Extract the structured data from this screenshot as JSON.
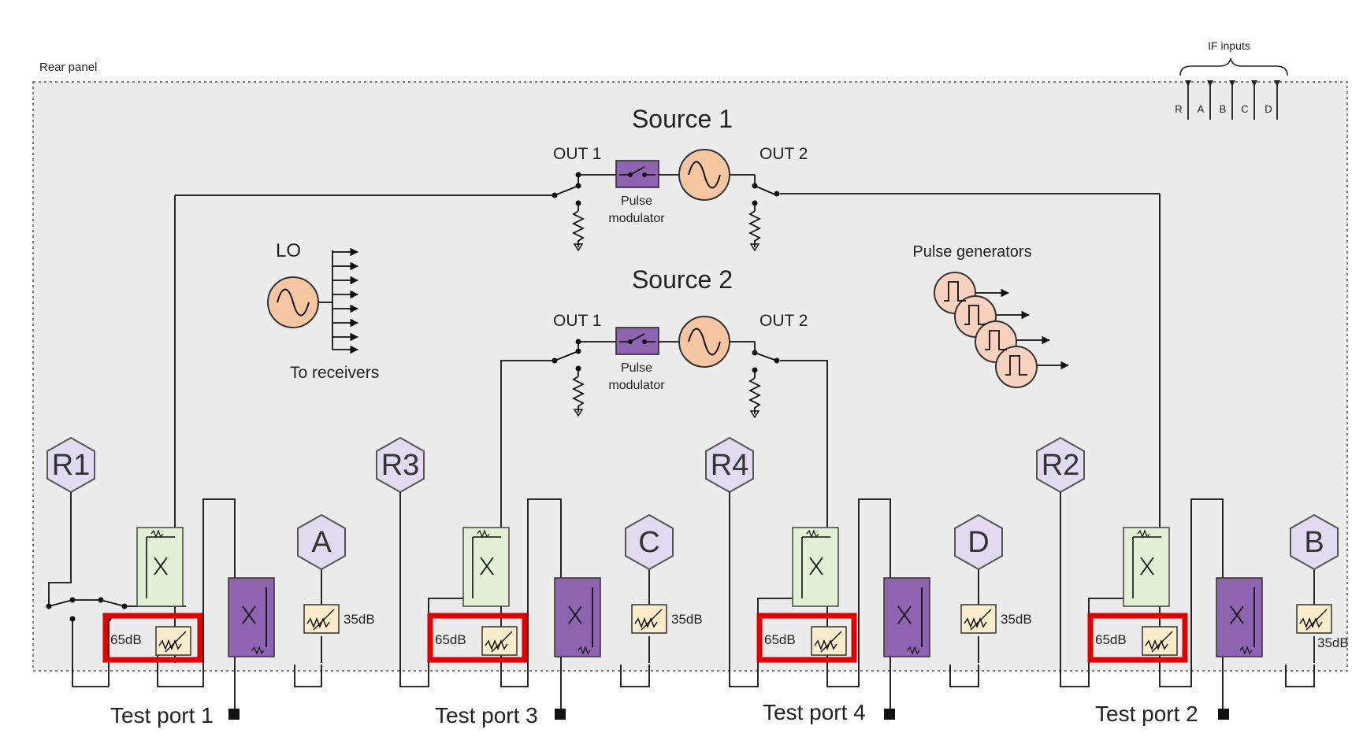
{
  "panel": {
    "rear_label": "Rear panel"
  },
  "if_inputs": {
    "title": "IF inputs",
    "pins": [
      "R",
      "A",
      "B",
      "C",
      "D"
    ]
  },
  "source1": {
    "title": "Source 1",
    "out1": "OUT 1",
    "out2": "OUT 2",
    "modulator_line1": "Pulse",
    "modulator_line2": "modulator"
  },
  "source2": {
    "title": "Source 2",
    "out1": "OUT 1",
    "out2": "OUT 2",
    "modulator_line1": "Pulse",
    "modulator_line2": "modulator"
  },
  "lo": {
    "title": "LO",
    "caption": "To receivers"
  },
  "pulse_generators": {
    "title": "Pulse generators"
  },
  "receivers": {
    "r1": "R1",
    "r3": "R3",
    "r4": "R4",
    "r2": "R2",
    "a": "A",
    "c": "C",
    "d": "D",
    "b": "B"
  },
  "attenuators": {
    "source_att": "65dB",
    "receiver_att": "35dB"
  },
  "ports": {
    "p1": "Test port 1",
    "p3": "Test port 3",
    "p4": "Test port 4",
    "p2": "Test port 2"
  },
  "colors": {
    "panel_fill": "#ececec",
    "highlight": "#e00000",
    "receiver_hex": "#e3d9f0",
    "source_osc": "#f6c6a2",
    "coupler_green": "#e2f0d6",
    "coupler_purple": "#8e64b0",
    "attenuator": "#fbeccb"
  }
}
